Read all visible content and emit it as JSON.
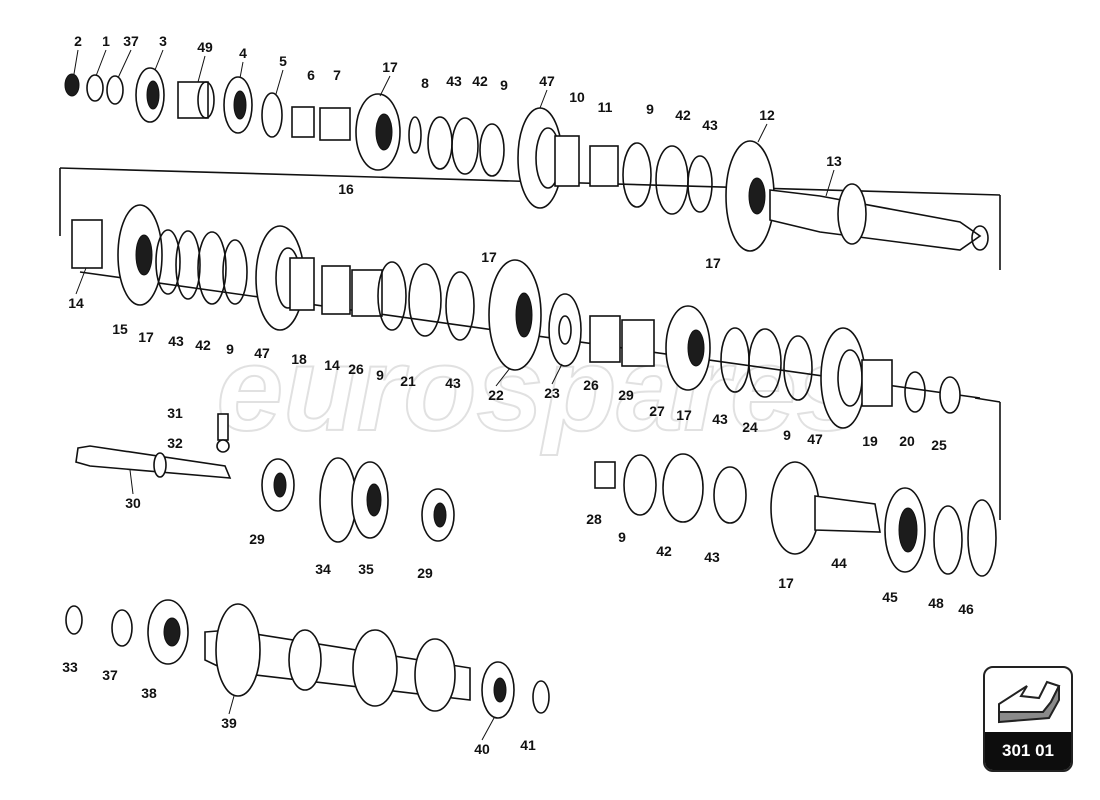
{
  "watermark": "eurospares",
  "page_code": "301 01",
  "labels": {
    "top_row": [
      "2",
      "1",
      "37",
      "3",
      "49",
      "4",
      "5",
      "6",
      "7",
      "17",
      "16",
      "8",
      "43",
      "42",
      "9",
      "47",
      "10",
      "11",
      "9",
      "42",
      "43",
      "12",
      "13",
      "17"
    ],
    "second_row": [
      "14",
      "15",
      "17",
      "43",
      "42",
      "9",
      "47",
      "18",
      "14",
      "26",
      "9",
      "21",
      "17",
      "43",
      "22",
      "23",
      "26",
      "29",
      "27",
      "17",
      "43",
      "24",
      "9",
      "47",
      "19",
      "20",
      "25"
    ],
    "middle_row": [
      "31",
      "32",
      "30",
      "29",
      "34",
      "35",
      "29",
      "28",
      "9",
      "42",
      "43",
      "17",
      "44",
      "45",
      "48",
      "46"
    ],
    "bottom_row": [
      "33",
      "37",
      "38",
      "39",
      "40",
      "41"
    ]
  },
  "icons": {
    "badge": "arrow-icon"
  }
}
